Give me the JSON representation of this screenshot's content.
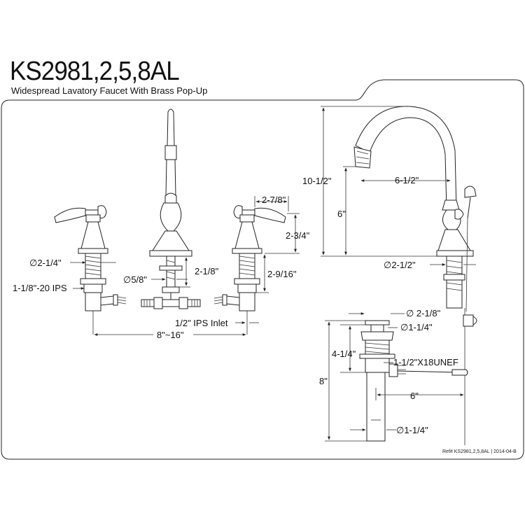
{
  "header": {
    "model": "KS2981,2,5,8AL",
    "description": "Widespread Lavatory Faucet With Brass Pop-Up"
  },
  "dimensions": {
    "handle_base_dia": "∅2-1/4\"",
    "supply_thread": "1-1/8\"-20 IPS",
    "spout_shank_dia": "∅5/8\"",
    "spout_shank_length": "2-1/8\"",
    "handle_spread": "2-7/8\"",
    "handle_height": "2-3/4\"",
    "handle_shank_length": "2-9/16\"",
    "inlet": "1/2\" IPS Inlet",
    "center_spread": "8\"~16\"",
    "spout_total_height": "10-1/2\"",
    "spout_reach": "6-1/2\"",
    "spout_clearance": "6\"",
    "spout_base_dia": "∅2-1/2\"",
    "drain_flange_dia": "∅ 2-1/8\"",
    "drain_body_dia": "∅1-1/4\"",
    "drain_upper_length": "4-1/4\"",
    "drain_thread": "1-1/2\"X18UNEF",
    "drain_total_length": "8\"",
    "pivot_rod_length": "6\"",
    "tailpiece_dia": "∅1-1/4\""
  },
  "footer": {
    "reference": "Ref# KS2981,2,5,8AL  |  2014-04-B"
  },
  "colors": {
    "line": "#222222",
    "background": "#ffffff"
  }
}
